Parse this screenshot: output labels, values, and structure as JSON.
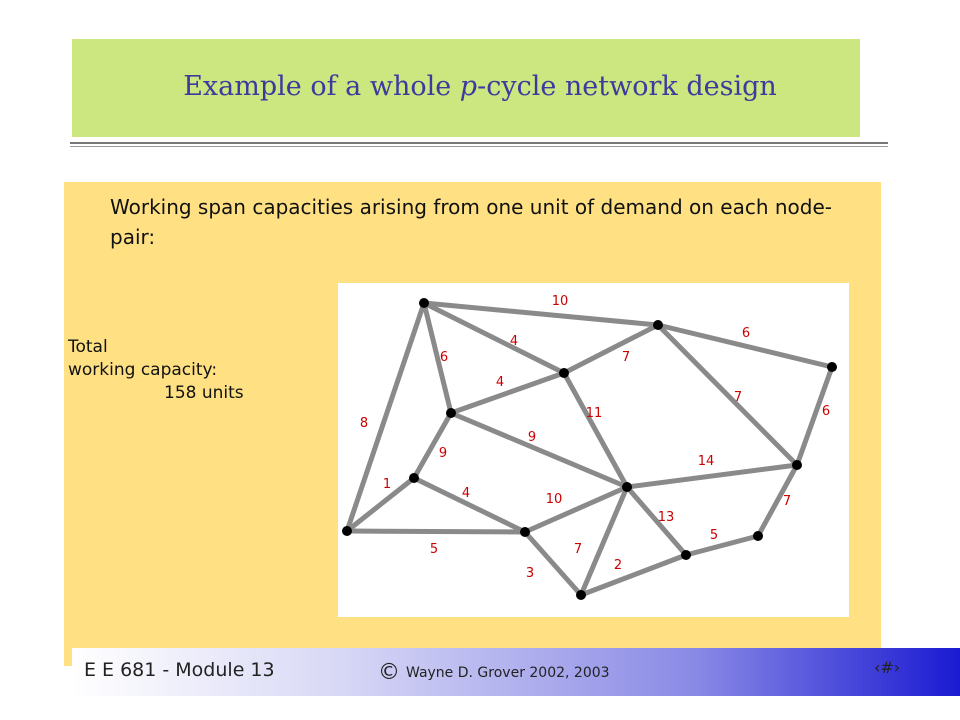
{
  "slide": {
    "title_prefix": "Example of a whole ",
    "title_italic": "p",
    "title_suffix": "-cycle network design",
    "intro": "Working span capacities arising from one unit of demand on each node-pair:",
    "total_line1": "Total",
    "total_line2": "working capacity:",
    "total_value": "158 units"
  },
  "footer": {
    "course": "E E 681 - Module 13",
    "copyright_symbol": "©",
    "copyright_text": "Wayne D. Grover 2002, 2003",
    "page": "‹#›"
  },
  "network": {
    "nodes": [
      "n1",
      "n2",
      "n3",
      "n4",
      "n5",
      "n6",
      "n7",
      "n8",
      "n9",
      "n10",
      "n11",
      "n12",
      "n13",
      "n14"
    ],
    "edges": [
      {
        "from": "n1",
        "to": "n2",
        "label": "10"
      },
      {
        "from": "n1",
        "to": "n3",
        "label": "4"
      },
      {
        "from": "n1",
        "to": "n4",
        "label": "6"
      },
      {
        "from": "n1",
        "to": "n12",
        "label": "8"
      },
      {
        "from": "n2",
        "to": "n3",
        "label": "7"
      },
      {
        "from": "n2",
        "to": "n5",
        "label": "6"
      },
      {
        "from": "n2",
        "to": "n6",
        "label": "7"
      },
      {
        "from": "n3",
        "to": "n4",
        "label": "4"
      },
      {
        "from": "n3",
        "to": "n7",
        "label": "11"
      },
      {
        "from": "n4",
        "to": "n7",
        "label": "9"
      },
      {
        "from": "n4",
        "to": "n8",
        "label": "9"
      },
      {
        "from": "n5",
        "to": "n6",
        "label": "6"
      },
      {
        "from": "n7",
        "to": "n6",
        "label": "14"
      },
      {
        "from": "n6",
        "to": "n10",
        "label": "7"
      },
      {
        "from": "n8",
        "to": "n12",
        "label": "1"
      },
      {
        "from": "n8",
        "to": "n9",
        "label": "4"
      },
      {
        "from": "n9",
        "to": "n7",
        "label": "10"
      },
      {
        "from": "n12",
        "to": "n9",
        "label": "5"
      },
      {
        "from": "n9",
        "to": "n13",
        "label": "3"
      },
      {
        "from": "n7",
        "to": "n13",
        "label": "7"
      },
      {
        "from": "n7",
        "to": "n11",
        "label": "13"
      },
      {
        "from": "n13",
        "to": "n11",
        "label": "2"
      },
      {
        "from": "n11",
        "to": "n10",
        "label": "5"
      }
    ]
  }
}
